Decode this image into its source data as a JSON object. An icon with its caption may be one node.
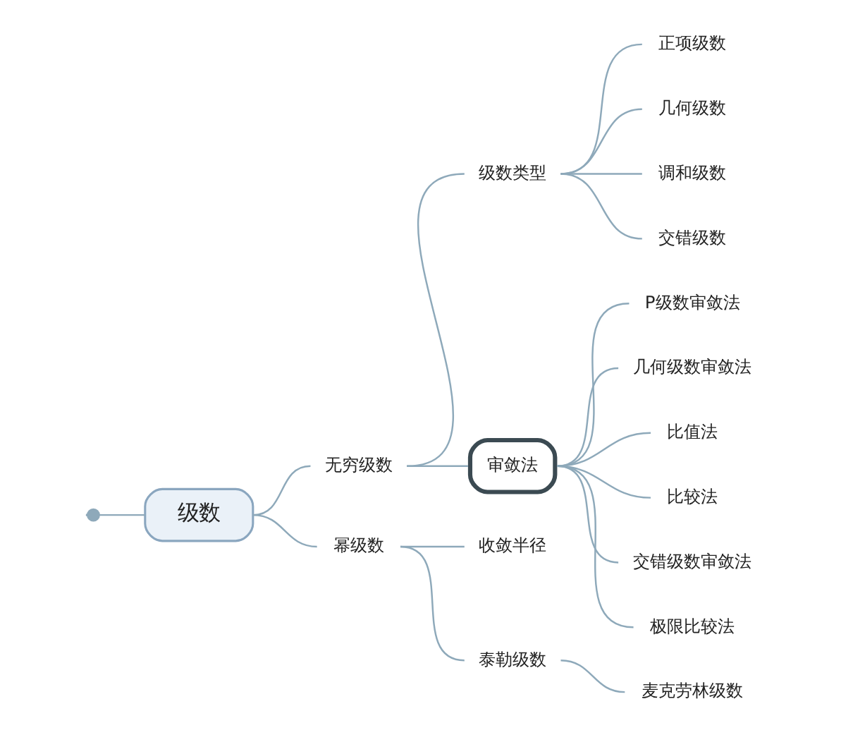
{
  "diagram": {
    "nodes": [
      {
        "text": [
          "级数"
        ]
      },
      {
        "text": [
          "无穷级数"
        ]
      },
      {
        "text": [
          "级数类型"
        ]
      },
      {
        "text": [
          "正项级数"
        ]
      },
      {
        "text": [
          "几何级数"
        ]
      },
      {
        "text": [
          "调和级数"
        ]
      },
      {
        "text": [
          "交错级数"
        ]
      },
      {
        "text": [
          "审敛法"
        ]
      },
      {
        "text": [
          "P级数审敛法"
        ]
      },
      {
        "text": [
          "几何级数审敛法"
        ]
      },
      {
        "text": [
          "比值法"
        ]
      },
      {
        "text": [
          "比较法"
        ]
      },
      {
        "text": [
          "交错级数审敛法"
        ]
      },
      {
        "text": [
          "极限比较法"
        ]
      },
      {
        "text": [
          "幂级数"
        ]
      },
      {
        "text": [
          "收敛半径"
        ]
      },
      {
        "text": [
          "泰勒级数"
        ]
      },
      {
        "text": [
          "麦克劳林级数"
        ]
      }
    ],
    "edges": [
      {
        "from": null,
        "to": 0,
        "arrow": "other"
      },
      {
        "from": 0,
        "to": 1,
        "arrow": "none"
      },
      {
        "from": 1,
        "to": 2,
        "arrow": "none"
      },
      {
        "from": 2,
        "to": 3,
        "arrow": "none"
      },
      {
        "from": 2,
        "to": 4,
        "arrow": "none"
      },
      {
        "from": 2,
        "to": 5,
        "arrow": "none"
      },
      {
        "from": 2,
        "to": 6,
        "arrow": "none"
      },
      {
        "from": 1,
        "to": 7,
        "arrow": "none"
      },
      {
        "from": 7,
        "to": 8,
        "arrow": "none"
      },
      {
        "from": 7,
        "to": 9,
        "arrow": "none"
      },
      {
        "from": 7,
        "to": 10,
        "arrow": "none"
      },
      {
        "from": 7,
        "to": 11,
        "arrow": "none"
      },
      {
        "from": 7,
        "to": 12,
        "arrow": "none"
      },
      {
        "from": 7,
        "to": 13,
        "arrow": "none"
      },
      {
        "from": 0,
        "to": 14,
        "arrow": "none"
      },
      {
        "from": 14,
        "to": 15,
        "arrow": "none"
      },
      {
        "from": 14,
        "to": 16,
        "arrow": "none"
      },
      {
        "from": 16,
        "to": 17,
        "arrow": "none"
      }
    ]
  }
}
